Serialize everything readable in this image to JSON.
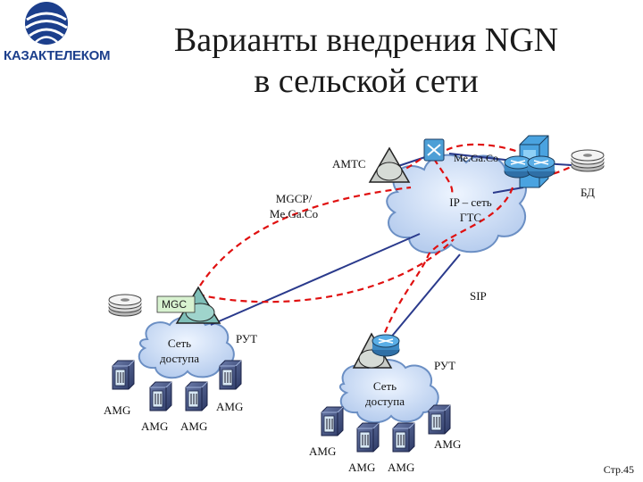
{
  "title": {
    "line1": "Варианты внедрения NGN",
    "line2": "в сельской сети"
  },
  "logo": {
    "text": "КАЗАКТЕЛЕКОМ",
    "icon": "globe-logo-icon"
  },
  "colors": {
    "cloud_fill": "#c9dcf4",
    "cloud_edge": "#6b8fc4",
    "dashed_line": "#e01010",
    "solid_line": "#2a3a8c",
    "amts_fill": "#c8ccc8",
    "mgc_fill": "#7fbfb8",
    "mgc_label_bg": "#d8f2d0",
    "router_fill": "#4d9fd6",
    "switch_fill": "#4aa3e0",
    "logo_blue": "#1c3f8c"
  },
  "diagram": {
    "amts": "АМТС",
    "megaco_top": "Me.Ga.Co",
    "bd": "БД",
    "mgcp_line1": "MGCP/",
    "mgcp_line2": "Me.Ga.Co",
    "ip_net_line1": "IP – сеть",
    "ip_net_line2": "ГТС",
    "mgc": "MGC",
    "sip": "SIP",
    "rut_left": "РУТ",
    "rut_right": "РУТ",
    "access_left_line1": "Сеть",
    "access_left_line2": "доступа",
    "access_right_line1": "Сеть",
    "access_right_line2": "доступа",
    "amg_1": "AMG",
    "amg_2": "AMG",
    "amg_3": "AMG",
    "amg_4": "AMG",
    "amg_5": "AMG",
    "amg_6": "AMG",
    "amg_7": "AMG",
    "amg_8": "AMG"
  },
  "footer": {
    "page": "Стр.45"
  }
}
